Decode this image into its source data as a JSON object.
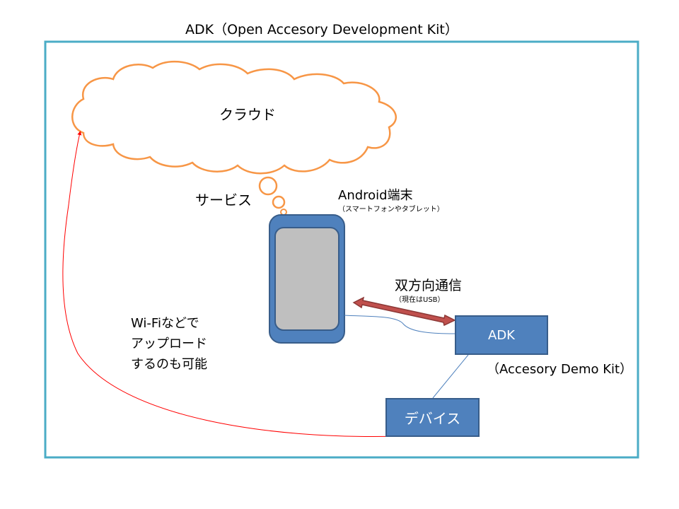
{
  "title": "ADK（Open Accesory Development Kit）",
  "cloud": {
    "label": "クラウド"
  },
  "service": {
    "label": "サービス"
  },
  "android": {
    "label": "Android端末",
    "sublabel": "（スマートフォンやタブレット）"
  },
  "communication": {
    "label": "双方向通信",
    "sublabel": "（現在はUSB）"
  },
  "adk": {
    "label": "ADK",
    "sublabel": "（Accesory Demo Kit）"
  },
  "device": {
    "label": "デバイス"
  },
  "wifi_note": {
    "lines": [
      "Wi-Fiなどで",
      "アップロード",
      "するのも可能"
    ]
  },
  "colors": {
    "frame": "#4bacc6",
    "cloud_stroke": "#f79646",
    "box_fill": "#4f81bd",
    "box_stroke": "#385d8a",
    "screen_fill": "#bfbfbf",
    "arrow_fill": "#c0504d",
    "upload_line": "#ff0000"
  }
}
